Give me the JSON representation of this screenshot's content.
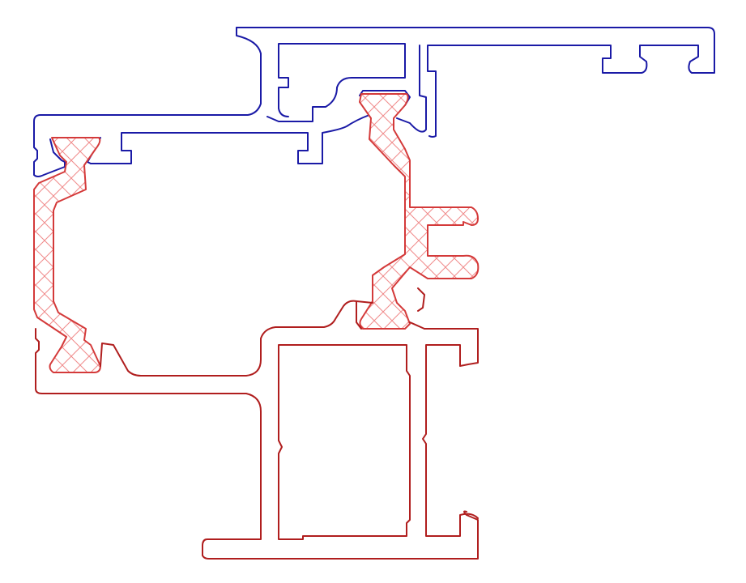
{
  "drawing": {
    "colors": {
      "outer_profile": "#1a1aa6",
      "inner_profile": "#b01e1e",
      "thermal_break_stroke": "#d43a3a",
      "thermal_break_hatch": "#f08a8a",
      "background": "#ffffff"
    },
    "components": [
      "outer-profile",
      "inner-profile",
      "thermal-break-strip-left",
      "thermal-break-strip-right"
    ]
  }
}
